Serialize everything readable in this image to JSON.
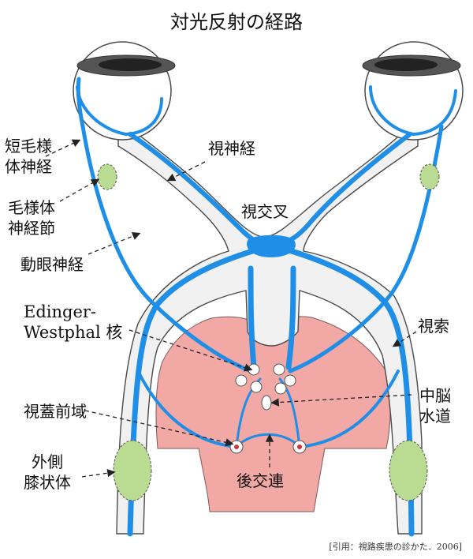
{
  "title": "対光反射の経路",
  "labels": {
    "short_ciliary_1": "短毛様",
    "short_ciliary_2": "体神経",
    "optic_nerve": "視神経",
    "ciliary_ganglion_1": "毛様体",
    "ciliary_ganglion_2": "神経節",
    "optic_chiasm": "視交叉",
    "oculomotor_nerve": "動眼神経",
    "edinger_1": "Edinger-",
    "edinger_2": "Westphal 核",
    "optic_tract": "視索",
    "midbrain_aqueduct_1": "中脳",
    "midbrain_aqueduct_2": "水道",
    "pretectal_area": "視蓋前域",
    "lgb_1": "外側",
    "lgb_2": "膝状体",
    "posterior_commissure": "後交連"
  },
  "citation": "[引用：視路疾患の診かた．2006]",
  "colors": {
    "nerve_blue": "#1f8ee6",
    "outline_gray": "#4a4a4a",
    "midbrain_pink": "#f2a9a6",
    "ganglion_green": "#b9dc92"
  }
}
